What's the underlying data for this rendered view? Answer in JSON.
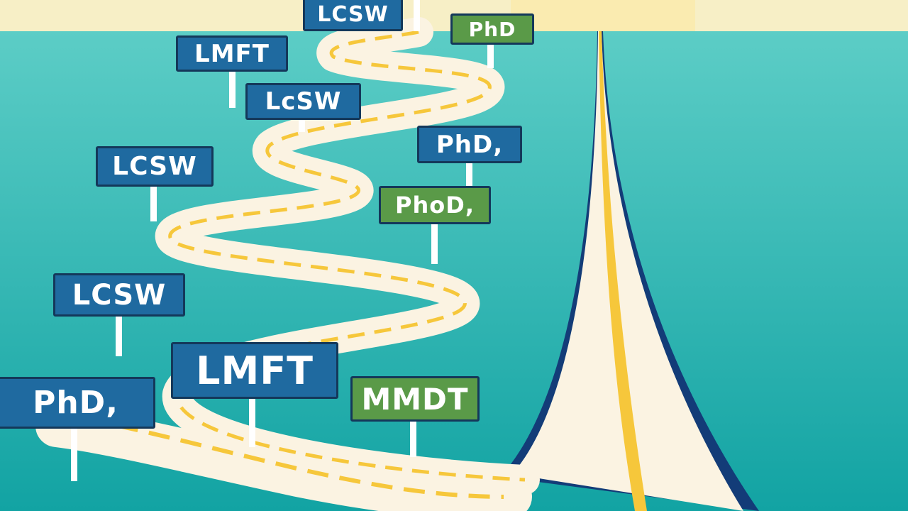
{
  "colors": {
    "sky": "#f7efc6",
    "water_top": "#5ccdc6",
    "water_bottom": "#12a3a3",
    "road": "#fbf3e2",
    "road_edge": "#133c78",
    "lane": "#f6c73b",
    "sign_blue": "#1f6aa0",
    "sign_green": "#5a9a48"
  },
  "signs": [
    {
      "id": "lcsw-top",
      "text": "LCSW",
      "style": "blue"
    },
    {
      "id": "phd-top",
      "text": "PhD",
      "style": "green"
    },
    {
      "id": "lmft-upper",
      "text": "LMFT",
      "style": "blue"
    },
    {
      "id": "lcsw-mid",
      "text": "LcSW",
      "style": "blue"
    },
    {
      "id": "phd-right",
      "text": "PhD,",
      "style": "blue"
    },
    {
      "id": "lcsw-left",
      "text": "LCSW",
      "style": "blue"
    },
    {
      "id": "phod",
      "text": "PhoD,",
      "style": "green"
    },
    {
      "id": "lcsw-lower",
      "text": "LCSW",
      "style": "blue"
    },
    {
      "id": "lmft-large",
      "text": "LMFT",
      "style": "blue"
    },
    {
      "id": "phd-bottom",
      "text": "PhD,",
      "style": "blue"
    },
    {
      "id": "mdt",
      "text": "MMDT",
      "style": "green"
    }
  ]
}
